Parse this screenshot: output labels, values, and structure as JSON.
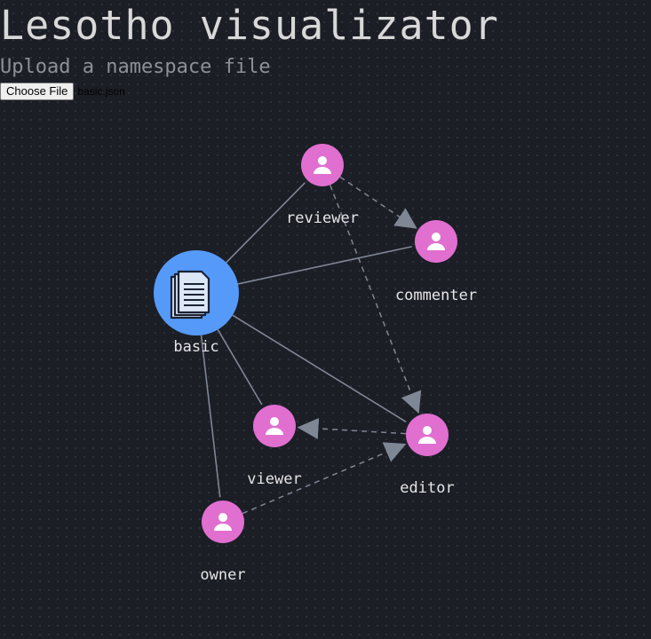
{
  "header": {
    "title": "Lesotho visualizator",
    "subtitle": "Upload a namespace file"
  },
  "file_input": {
    "button_label": "Choose File",
    "selected_file": "basic.json"
  },
  "colors": {
    "background": "#1c1e26",
    "namespace_node": "#559af8",
    "relation_node": "#e06fd0",
    "edge": "#7f8694",
    "label": "#e6e6e6"
  },
  "graph": {
    "nodes": [
      {
        "id": "basic",
        "label": "basic",
        "kind": "namespace",
        "icon": "document-stack-icon"
      },
      {
        "id": "reviewer",
        "label": "reviewer",
        "kind": "relation",
        "icon": "user-icon"
      },
      {
        "id": "commenter",
        "label": "commenter",
        "kind": "relation",
        "icon": "user-icon"
      },
      {
        "id": "editor",
        "label": "editor",
        "kind": "relation",
        "icon": "user-icon"
      },
      {
        "id": "viewer",
        "label": "viewer",
        "kind": "relation",
        "icon": "user-icon"
      },
      {
        "id": "owner",
        "label": "owner",
        "kind": "relation",
        "icon": "user-icon"
      }
    ],
    "edges": [
      {
        "from": "basic",
        "to": "reviewer",
        "style": "solid"
      },
      {
        "from": "basic",
        "to": "commenter",
        "style": "solid"
      },
      {
        "from": "basic",
        "to": "editor",
        "style": "solid"
      },
      {
        "from": "basic",
        "to": "viewer",
        "style": "solid"
      },
      {
        "from": "basic",
        "to": "owner",
        "style": "solid"
      },
      {
        "from": "reviewer",
        "to": "commenter",
        "style": "dashed",
        "arrow": true
      },
      {
        "from": "reviewer",
        "to": "editor",
        "style": "dashed",
        "arrow": true
      },
      {
        "from": "editor",
        "to": "viewer",
        "style": "dashed",
        "arrow": true
      },
      {
        "from": "owner",
        "to": "editor",
        "style": "dashed",
        "arrow": true
      }
    ]
  }
}
